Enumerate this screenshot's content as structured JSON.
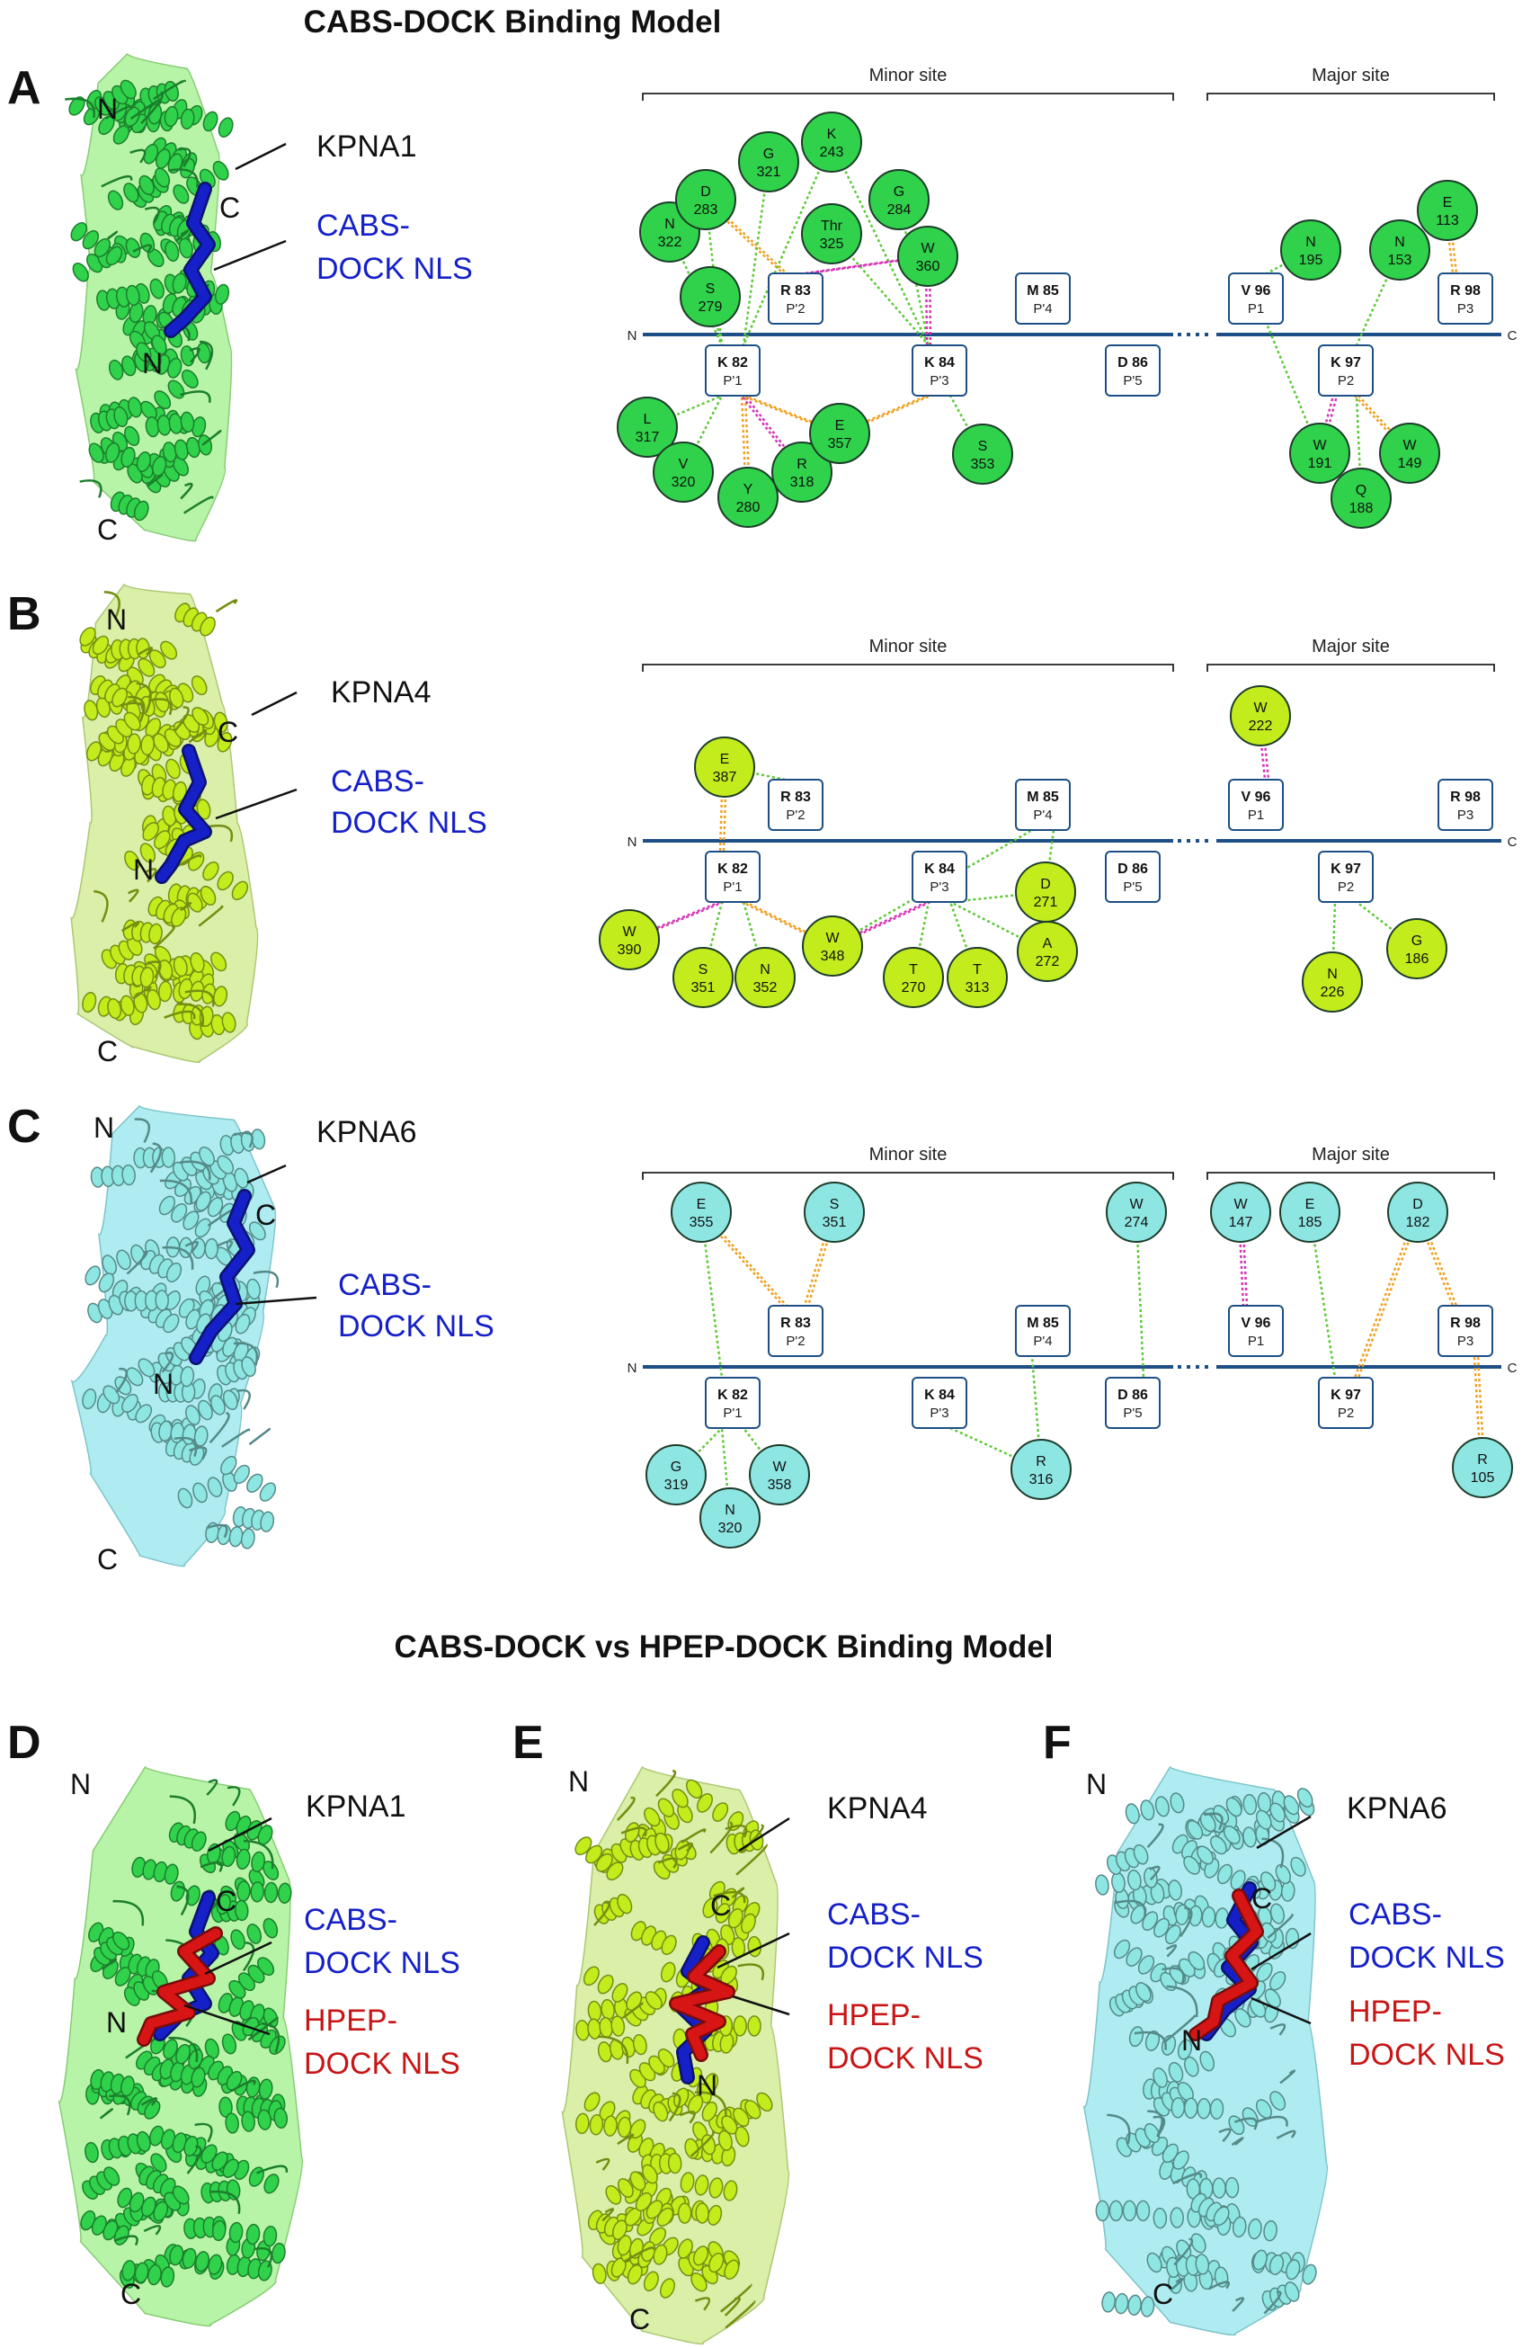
{
  "titles": {
    "top": "CABS-DOCK Binding Model",
    "bottom": "CABS-DOCK vs HPEP-DOCK Binding Model"
  },
  "colors": {
    "kpna1": "#2fd24a",
    "kpna4": "#c2ec1c",
    "kpna6": "#8ee6e3",
    "kpna1_surface": "#9ff08a",
    "kpna4_surface": "#cdea8a",
    "kpna6_surface": "#93e6ec",
    "backbone": "#1d4f86",
    "cabs": "#1520c8",
    "hpep": "#d81515",
    "link_green": "#5cc936",
    "link_orange": "#f0a020",
    "link_magenta": "#d633b5"
  },
  "labels": {
    "n": "N",
    "c": "C",
    "minor_site": "Minor site",
    "major_site": "Major site",
    "cabs_line1": "CABS-",
    "cabs_line2": "DOCK NLS",
    "hpep_line1": "HPEP-",
    "hpep_line2": "DOCK NLS"
  },
  "nls_residues": [
    {
      "id": "K82",
      "name": "K 82",
      "pos": "P'1"
    },
    {
      "id": "R83",
      "name": "R 83",
      "pos": "P'2"
    },
    {
      "id": "K84",
      "name": "K 84",
      "pos": "P'3"
    },
    {
      "id": "M85",
      "name": "M 85",
      "pos": "P'4"
    },
    {
      "id": "D86",
      "name": "D 86",
      "pos": "P'5"
    },
    {
      "id": "V96",
      "name": "V 96",
      "pos": "P1"
    },
    {
      "id": "K97",
      "name": "K 97",
      "pos": "P2"
    },
    {
      "id": "R98",
      "name": "R 98",
      "pos": "P3"
    }
  ],
  "panels": [
    {
      "letter": "A",
      "protein": "KPNA1",
      "color": "kpna1",
      "contacts": [
        {
          "name": "N",
          "num": "322",
          "links": [
            [
              "K82",
              "green"
            ]
          ]
        },
        {
          "name": "D",
          "num": "283",
          "links": [
            [
              "K82",
              "green"
            ],
            [
              "R83",
              "orange"
            ]
          ]
        },
        {
          "name": "G",
          "num": "321",
          "links": [
            [
              "K82",
              "green"
            ]
          ]
        },
        {
          "name": "K",
          "num": "243",
          "links": [
            [
              "K82",
              "green"
            ],
            [
              "K84",
              "green"
            ]
          ]
        },
        {
          "name": "Thr",
          "num": "325",
          "links": [
            [
              "K84",
              "green"
            ]
          ]
        },
        {
          "name": "G",
          "num": "284",
          "links": [
            [
              "K84",
              "green"
            ]
          ]
        },
        {
          "name": "W",
          "num": "360",
          "links": [
            [
              "R83",
              "magenta"
            ],
            [
              "K84",
              "magenta"
            ]
          ]
        },
        {
          "name": "S",
          "num": "279",
          "links": [
            [
              "K82",
              "green"
            ]
          ]
        },
        {
          "name": "L",
          "num": "317",
          "links": [
            [
              "K82",
              "green"
            ]
          ]
        },
        {
          "name": "V",
          "num": "320",
          "links": [
            [
              "K82",
              "green"
            ]
          ]
        },
        {
          "name": "Y",
          "num": "280",
          "links": [
            [
              "K82",
              "orange"
            ]
          ]
        },
        {
          "name": "R",
          "num": "318",
          "links": [
            [
              "K82",
              "magenta"
            ]
          ]
        },
        {
          "name": "E",
          "num": "357",
          "links": [
            [
              "K82",
              "orange"
            ],
            [
              "K84",
              "orange"
            ]
          ]
        },
        {
          "name": "S",
          "num": "353",
          "links": [
            [
              "K84",
              "green"
            ]
          ]
        },
        {
          "name": "N",
          "num": "195",
          "links": [
            [
              "V96",
              "green"
            ]
          ]
        },
        {
          "name": "N",
          "num": "153",
          "links": [
            [
              "K97",
              "green"
            ]
          ]
        },
        {
          "name": "E",
          "num": "113",
          "links": [
            [
              "R98",
              "orange"
            ]
          ]
        },
        {
          "name": "W",
          "num": "191",
          "links": [
            [
              "K97",
              "magenta"
            ],
            [
              "V96",
              "green"
            ]
          ]
        },
        {
          "name": "Q",
          "num": "188",
          "links": [
            [
              "K97",
              "green"
            ]
          ]
        },
        {
          "name": "W",
          "num": "149",
          "links": [
            [
              "K97",
              "orange"
            ]
          ]
        }
      ]
    },
    {
      "letter": "B",
      "protein": "KPNA4",
      "color": "kpna4",
      "contacts": [
        {
          "name": "E",
          "num": "387",
          "links": [
            [
              "K82",
              "orange"
            ],
            [
              "R83",
              "green"
            ]
          ]
        },
        {
          "name": "W",
          "num": "390",
          "links": [
            [
              "K82",
              "magenta"
            ]
          ]
        },
        {
          "name": "S",
          "num": "351",
          "links": [
            [
              "K82",
              "green"
            ]
          ]
        },
        {
          "name": "N",
          "num": "352",
          "links": [
            [
              "K82",
              "green"
            ]
          ]
        },
        {
          "name": "W",
          "num": "348",
          "links": [
            [
              "K82",
              "orange"
            ],
            [
              "K84",
              "magenta"
            ],
            [
              "M85",
              "green"
            ]
          ]
        },
        {
          "name": "T",
          "num": "270",
          "links": [
            [
              "K84",
              "green"
            ]
          ]
        },
        {
          "name": "T",
          "num": "313",
          "links": [
            [
              "K84",
              "green"
            ]
          ]
        },
        {
          "name": "A",
          "num": "272",
          "links": [
            [
              "K84",
              "green"
            ]
          ]
        },
        {
          "name": "D",
          "num": "271",
          "links": [
            [
              "K84",
              "green"
            ],
            [
              "M85",
              "green"
            ]
          ]
        },
        {
          "name": "W",
          "num": "222",
          "links": [
            [
              "V96",
              "magenta"
            ]
          ]
        },
        {
          "name": "N",
          "num": "226",
          "links": [
            [
              "K97",
              "green"
            ]
          ]
        },
        {
          "name": "G",
          "num": "186",
          "links": [
            [
              "K97",
              "green"
            ]
          ]
        }
      ]
    },
    {
      "letter": "C",
      "protein": "KPNA6",
      "color": "kpna6",
      "contacts": [
        {
          "name": "E",
          "num": "355",
          "links": [
            [
              "K82",
              "green"
            ],
            [
              "R83",
              "orange"
            ]
          ]
        },
        {
          "name": "S",
          "num": "351",
          "links": [
            [
              "R83",
              "orange"
            ]
          ]
        },
        {
          "name": "W",
          "num": "274",
          "links": [
            [
              "D86",
              "green"
            ]
          ]
        },
        {
          "name": "G",
          "num": "319",
          "links": [
            [
              "K82",
              "green"
            ]
          ]
        },
        {
          "name": "N",
          "num": "320",
          "links": [
            [
              "K82",
              "green"
            ]
          ]
        },
        {
          "name": "W",
          "num": "358",
          "links": [
            [
              "K82",
              "green"
            ]
          ]
        },
        {
          "name": "R",
          "num": "316",
          "links": [
            [
              "K84",
              "green"
            ],
            [
              "M85",
              "green"
            ]
          ]
        },
        {
          "name": "W",
          "num": "147",
          "links": [
            [
              "V96",
              "magenta"
            ]
          ]
        },
        {
          "name": "E",
          "num": "185",
          "links": [
            [
              "K97",
              "green"
            ]
          ]
        },
        {
          "name": "D",
          "num": "182",
          "links": [
            [
              "K97",
              "orange"
            ],
            [
              "R98",
              "orange"
            ]
          ]
        },
        {
          "name": "R",
          "num": "105",
          "links": [
            [
              "R98",
              "orange"
            ]
          ]
        }
      ]
    }
  ],
  "overlay_panels": [
    {
      "letter": "D",
      "protein": "KPNA1",
      "color": "kpna1"
    },
    {
      "letter": "E",
      "protein": "KPNA4",
      "color": "kpna4"
    },
    {
      "letter": "F",
      "protein": "KPNA6",
      "color": "kpna6"
    }
  ]
}
